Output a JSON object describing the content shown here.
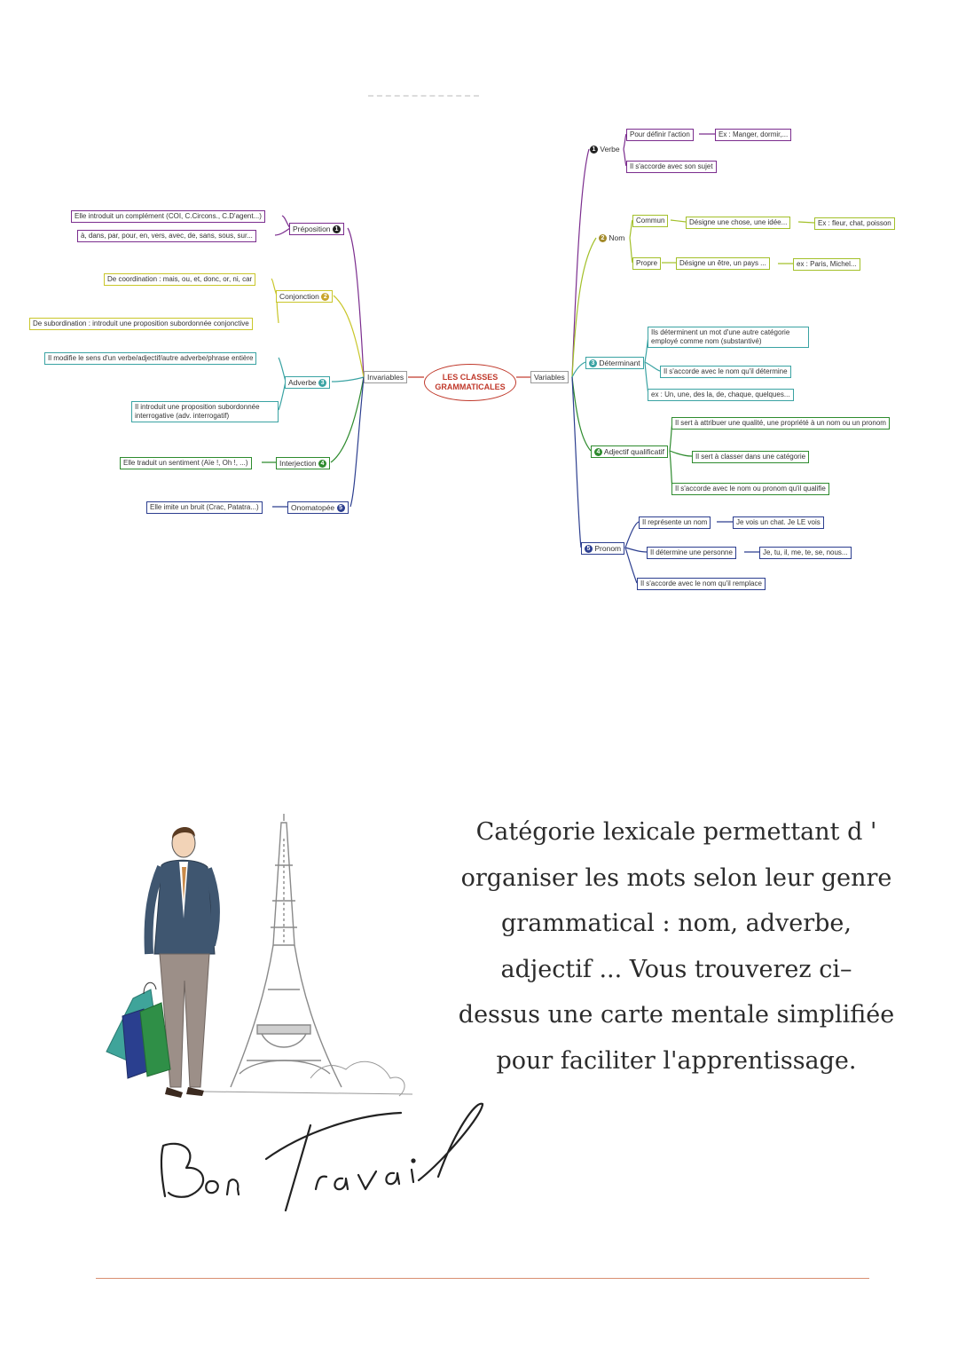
{
  "mindmap": {
    "center": [
      "LES CLASSES",
      "GRAMMATICALES"
    ],
    "invariables_label": "Invariables",
    "variables_label": "Variables",
    "left": [
      {
        "label": "Préposition",
        "badge": "1",
        "color": "#7b2d8e",
        "items": [
          "Elle introduit un complément (COI, C.Circons., C.D'agent...)",
          "à, dans, par, pour, en, vers, avec, de, sans, sous, sur..."
        ]
      },
      {
        "label": "Conjonction",
        "badge": "2",
        "color": "#c9c62a",
        "items": [
          "De coordination : mais, ou, et, donc, or, ni, car",
          "De subordination : introduit une proposition subordonnée conjonctive"
        ]
      },
      {
        "label": "Adverbe",
        "badge": "3",
        "color": "#3aa3a3",
        "items": [
          "Il modifie le sens d'un verbe/adjectif/autre adverbe/phrase entière",
          "Il introduit une proposition subordonnée interrogative (adv. interrogatif)"
        ]
      },
      {
        "label": "Interjection",
        "badge": "4",
        "color": "#2e8b2e",
        "items": [
          "Elle traduit un sentiment (Aïe !, Oh !, ...)"
        ]
      },
      {
        "label": "Onomatopée",
        "badge": "5",
        "color": "#2c3e8f",
        "items": [
          "Elle imite un bruit (Crac, Patatra...)"
        ]
      }
    ],
    "right": [
      {
        "label": "Verbe",
        "badge": "1",
        "color": "#7b2d8e",
        "items": [
          "Pour définir l'action",
          "Ex : Manger, dormir,...",
          "Il s'accorde avec son sujet"
        ]
      },
      {
        "label": "Nom",
        "badge": "2",
        "color": "#a3c02a",
        "items": [
          "Commun",
          "Désigne une chose, une idée...",
          "Ex : fleur, chat, poisson",
          "Propre",
          "Désigne un être, un pays ...",
          "ex : Paris, Michel..."
        ]
      },
      {
        "label": "Déterminant",
        "badge": "3",
        "color": "#3aa3a3",
        "items": [
          "Ils déterminent un mot d'une autre catégorie employé comme nom (substantivé)",
          "Il s'accorde avec le nom qu'il détermine",
          "ex : Un, une, des la, de, chaque, quelques..."
        ]
      },
      {
        "label": "Adjectif qualificatif",
        "badge": "4",
        "color": "#2e8b2e",
        "items": [
          "Il sert à attribuer une qualité, une propriété à un nom ou un pronom",
          "Il sert à classer dans une catégorie",
          "Il s'accorde avec le nom ou pronom qu'il qualifie"
        ]
      },
      {
        "label": "Pronom",
        "badge": "5",
        "color": "#2c3e8f",
        "items": [
          "Il représente un nom",
          "Je vois un chat. Je LE vois",
          "Il détermine une personne",
          "Je, tu, il, me, te, se, nous...",
          "Il s'accorde avec le nom qu'il remplace"
        ]
      }
    ]
  },
  "description": [
    "Catégorie lexicale permettant d '",
    "organiser les mots selon leur genre",
    "grammatical : nom, adverbe,",
    "adjectif ...  Vous trouverez ci–",
    "dessus une carte mentale simplifiée",
    "pour faciliter l'apprentissage."
  ],
  "signature": "Bon travail",
  "colors": {
    "accent_rule": "#d98f72",
    "center_red": "#c0392b",
    "purple": "#7b2d8e",
    "yellow": "#c9c62a",
    "lime": "#a3c02a",
    "teal": "#3aa3a3",
    "green": "#2e8b2e",
    "navy": "#2c3e8f"
  },
  "icons": [
    "man-with-shopping-bags-illustration",
    "eiffel-tower-illustration"
  ]
}
